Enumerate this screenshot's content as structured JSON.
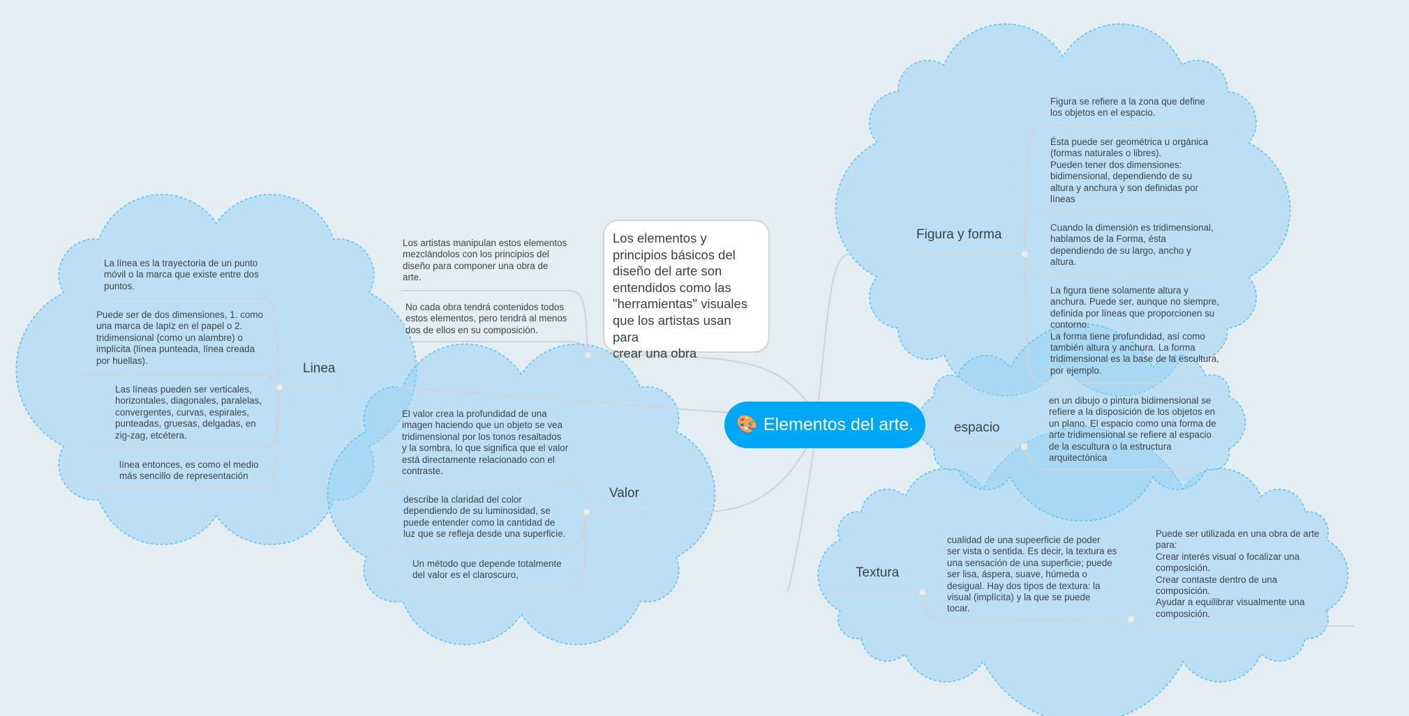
{
  "central": {
    "icon": "palette-icon",
    "title": "Elementos del arte."
  },
  "intro": {
    "text": "Los elementos y\nprincipios básicos del\ndiseño del arte son\nentendidos como las\n\"herramientas\" visuales\nque los artistas usan para\ncrear una obra",
    "notes": [
      "Los artistas manipulan estos elementos\nmezclándolos con los principios del\ndiseño para componer una obra de\narte.",
      "No cada obra tendrá contenidos todos\nestos elementos, pero tendrá al menos\ndos de ellos en su composición."
    ]
  },
  "linea": {
    "title": "Linea",
    "notes": [
      "La línea es la trayectoria de un punto\nmóvil o la marca que existe entre dos\npuntos.",
      "Puede ser de dos dimensiones, 1. como\nuna marca de lapíz en el papel o 2.\ntridimensional (como un alambre) o\nimplícita (línea punteada, línea creada\npor huellas).",
      "Las líneas pueden ser verticales,\nhorizontales, diagonales, paralelas,\nconvergentes, curvas, espirales,\npunteadas, gruesas, delgadas, en\nzig-zag, etcétera.",
      "línea entonces, es como el medio\nmás sencillo de representación"
    ]
  },
  "valor": {
    "title": "Valor",
    "notes": [
      "El valor crea la profundidad de una\nimagen haciendo que un objeto se vea\ntridimensional por los tonos resaltados\ny la sombra, lo que significa que el valor\nestá directamente relacionado con el\ncontraste.",
      "describe la claridad del color\ndependiendo de su luminosidad, se\npuede entender como la cantidad de\nluz que se refleja desde una superficie.",
      "Un método que depende totalmente\ndel valor es el claroscuro,"
    ]
  },
  "figura": {
    "title": "Figura y forma",
    "notes": [
      "Figura se refiere a la zona que define\nlos objetos en el espacio.",
      "Ésta puede ser geométrica u orgánica\n(formas naturales o libres).\nPueden tener dos dimensiones:\nbidimensional, dependiendo de su\naltura y anchura y son definidas por\nlíneas",
      "Cuando la dimensión es tridimensional,\nhablamos de la Forma, ésta\ndependiendo de su largo, ancho y\naltura.",
      "La figura tiene solamente altura y\nanchura. Puede ser, aunque no siempre,\ndefinida por líneas que proporcionen su\ncontorno.\nLa forma tiene profundidad, así como\ntambién altura y anchura. La forma\ntridimensional es la base de la escultura,\npor ejemplo."
    ]
  },
  "espacio": {
    "title": "espacio",
    "notes": [
      "en un dibujo o pintura bidimensional se\nrefiere a la disposición de los objetos en\nun plano. El espacio como una forma de\narte tridimensional se refiere al espacio\nde la escultura o la estructura\narquitectónica"
    ]
  },
  "textura": {
    "title": "Textura",
    "notes": [
      "cualidad de una supeerficie de poder\nser vista o sentida. Es decir, la textura es\nuna sensación de una superficie; puede\nser lisa, áspera, suave, húmeda o\ndesigual. Hay dos tipos de textura: la\nvisual (implícita) y la que se puede\ntocar.",
      "Puede ser utilizada en una obra de arte\npara:\nCrear interés visual o focalizar una\ncomposición.\nCrear contaste dentro de una\ncomposición.\nAyudar a equilibrar visualmente una\ncomposición."
    ]
  },
  "colors": {
    "background": "#e4edf1",
    "central": "#00a7f7",
    "cloud_stroke": "#5ec3f6",
    "link": "#cfd6da"
  }
}
